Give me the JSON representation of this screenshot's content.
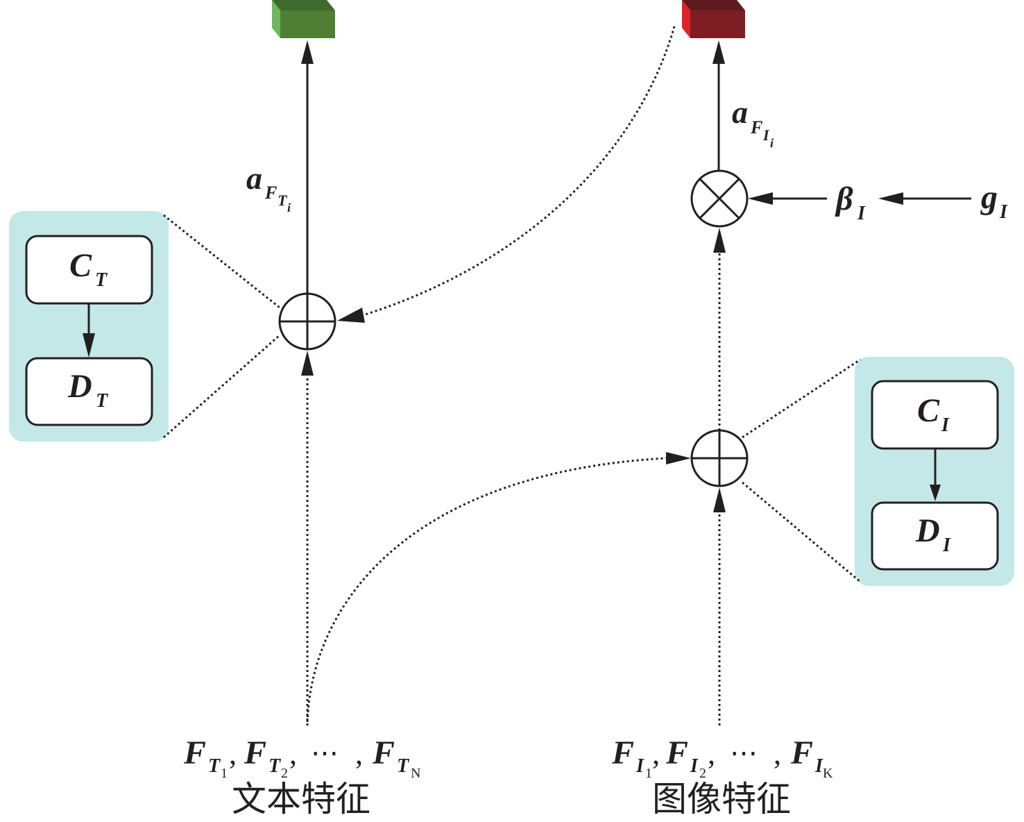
{
  "colors": {
    "stroke": "#231f20",
    "panel_fill": "#c4e8e8",
    "box_fill": "#ffffff",
    "green_front": "#4e7f33",
    "green_top": "#3e6a2b",
    "green_side": "#6cb85a",
    "red_front": "#7c1e24",
    "red_top": "#5e1a1e",
    "red_side": "#e02127"
  },
  "outputs": {
    "text_output_cube": "green-output-cube",
    "image_output_cube": "red-output-cube"
  },
  "labels": {
    "a_text": {
      "base": "a",
      "sub1": "F",
      "sub2": "T",
      "sub3": "i"
    },
    "a_image": {
      "base": "a",
      "sub1": "F",
      "sub2": "I",
      "sub3": "i"
    },
    "beta": {
      "base": "β",
      "sub": "I"
    },
    "g": {
      "base": "g",
      "sub": "I"
    }
  },
  "text_module": {
    "top_box": {
      "base": "C",
      "sub": "T"
    },
    "bottom_box": {
      "base": "D",
      "sub": "T"
    }
  },
  "image_module": {
    "top_box": {
      "base": "C",
      "sub": "I"
    },
    "bottom_box": {
      "base": "D",
      "sub": "I"
    }
  },
  "operators": {
    "text_sum": "⊕",
    "image_sum": "⊕",
    "image_product": "⊗"
  },
  "text_features": {
    "f": "F",
    "t": "T",
    "idx1": "1",
    "idx2": "2",
    "idxN": "N",
    "comma": ",",
    "ellipsis": "⋯",
    "caption": "文本特征"
  },
  "image_features": {
    "f": "F",
    "i": "I",
    "idx1": "1",
    "idx2": "2",
    "idxK": "K",
    "comma": ",",
    "ellipsis": "⋯",
    "caption": "图像特征"
  }
}
